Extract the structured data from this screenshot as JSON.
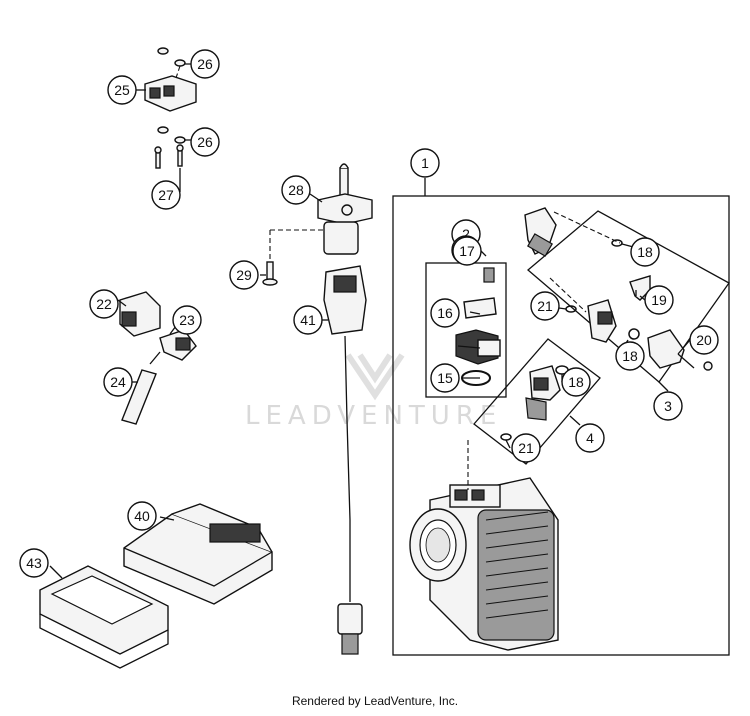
{
  "watermark": "LEADVENTURE",
  "footer": "Rendered by LeadVenture, Inc.",
  "callouts": {
    "c1": "1",
    "c2": "2",
    "c3": "3",
    "c4": "4",
    "c15": "15",
    "c16": "16",
    "c17": "17",
    "c18a": "18",
    "c18b": "18",
    "c18c": "18",
    "c19": "19",
    "c20": "20",
    "c21a": "21",
    "c21b": "21",
    "c22": "22",
    "c23": "23",
    "c24": "24",
    "c25": "25",
    "c26a": "26",
    "c26b": "26",
    "c27": "27",
    "c28": "28",
    "c29": "29",
    "c40": "40",
    "c41": "41",
    "c43": "43"
  }
}
